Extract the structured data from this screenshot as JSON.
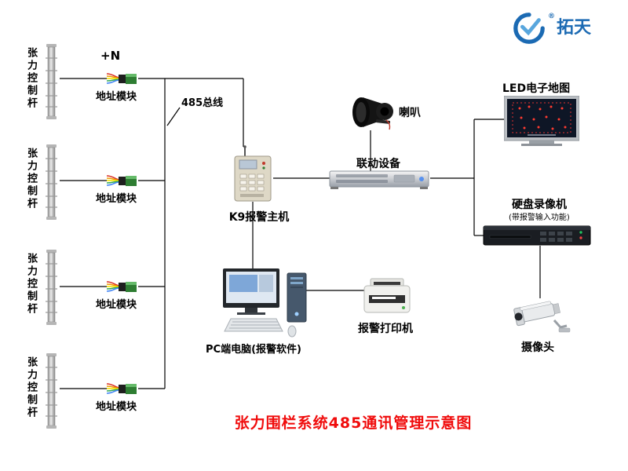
{
  "header": {
    "brand": "拓天",
    "registered_mark": "®"
  },
  "diagram": {
    "plus_n_label": "+N",
    "bus_label": "485总线",
    "pole_label": "张力控制杆",
    "address_module_label": "地址模块",
    "k9_host_label": "K9报警主机",
    "speaker_label": "喇叭",
    "linkage_label": "联动设备",
    "led_map_label": "LED电子地图",
    "dvr_label": "硬盘录像机",
    "dvr_sublabel": "(带报警输入功能)",
    "camera_label": "摄像头",
    "pc_label": "PC端电脑(报警软件)",
    "printer_label": "报警打印机"
  },
  "title": "张力围栏系统485通讯管理示意图",
  "colors": {
    "title_red": "#f00c0c",
    "brand_blue": "#1b6ab3",
    "line_black": "#000000"
  }
}
